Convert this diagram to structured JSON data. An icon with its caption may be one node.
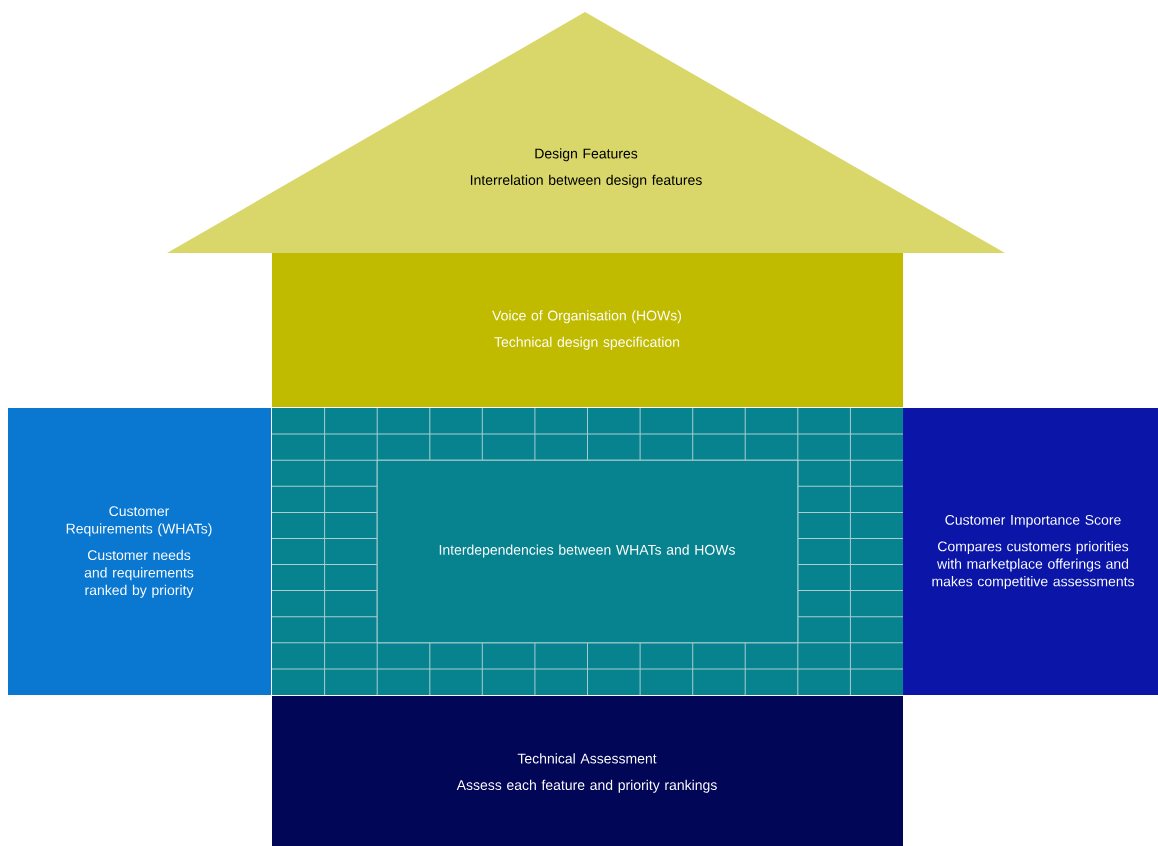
{
  "diagram": {
    "nodes": [
      {
        "text": [
          "Design Features",
          "Interrelation between design features"
        ]
      },
      {
        "text": [
          "Voice of Organisation (HOWs)",
          "Technical design specification"
        ]
      },
      {
        "text": [
          "Customer Requirements (WHATs)",
          "Customer needs and requirements ranked by priority"
        ]
      },
      {
        "text": [
          "Interdependencies between WHATs and HOWs"
        ]
      },
      {
        "text": [
          "Customer Importance Score",
          "Compares customers priorities with marketplace offerings and makes competitive assessments"
        ]
      },
      {
        "text": [
          "Technical Assessment",
          "Assess each feature and priority rankings"
        ]
      }
    ]
  }
}
